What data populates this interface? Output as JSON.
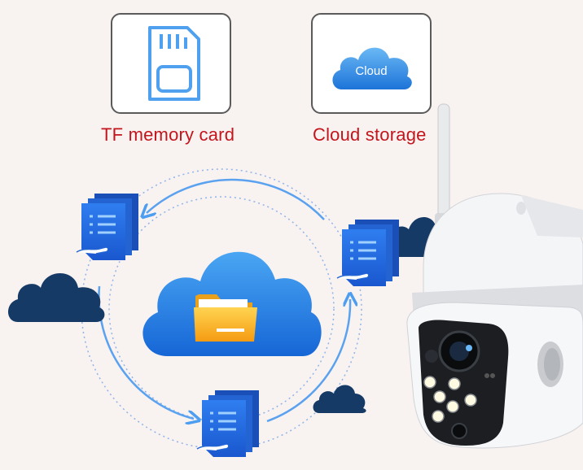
{
  "storage_options": [
    {
      "label": "TF memory card",
      "icon": "sd-card-icon"
    },
    {
      "label": "Cloud storage",
      "icon": "cloud-icon",
      "icon_text": "Cloud"
    }
  ],
  "colors": {
    "caption_red": "#c3151c",
    "accent_blue": "#2f8df0",
    "navy_cloud": "#163a66",
    "folder_yellow": "#f7b21e",
    "sd_outline": "#4fa0ee",
    "doc_blue": "#1f5fd6"
  }
}
